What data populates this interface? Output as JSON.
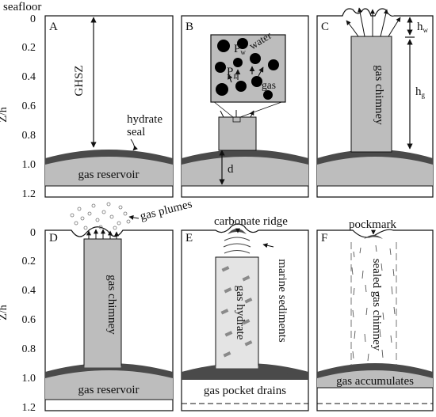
{
  "y_axis_label": "Z/h",
  "ticks_top": [
    "0",
    "0.2",
    "0.4",
    "0.6",
    "0.8",
    "1.0",
    "1.2"
  ],
  "ticks_bottom": [
    "0",
    "0.2",
    "0.4",
    "0.6",
    "0.8",
    "1.0",
    "1.2"
  ],
  "panels": {
    "a": {
      "letter": "A",
      "seafloor": "seafloor",
      "ghsz": "GHSZ",
      "hydrate_seal": "hydrate\nseal",
      "reservoir": "gas reservoir"
    },
    "b": {
      "letter": "B",
      "pw": "P",
      "pw_sub": "w",
      "pg": "P",
      "pg_sub": "g",
      "water": "water",
      "gas": "gas",
      "d": "d"
    },
    "c": {
      "letter": "C",
      "chimney": "gas chimney",
      "hw": "h",
      "hw_sub": "w",
      "hg": "h",
      "hg_sub": "g"
    },
    "d": {
      "letter": "D",
      "plumes": "gas plumes",
      "chimney": "gas chimney",
      "reservoir": "gas reservoir"
    },
    "e": {
      "letter": "E",
      "ridge": "carbonate ridge",
      "hydrate": "gas hydrate",
      "sediments": "marine sediments",
      "drains": "gas pocket drains"
    },
    "f": {
      "letter": "F",
      "pockmark": "pockmark",
      "sealed": "sealed gas chimney",
      "accumulates": "gas accumulates"
    }
  },
  "colors": {
    "grey": "#bdbdbd",
    "seal": "#4a4a4a",
    "light": "#e4e4e4",
    "line": "#111111"
  }
}
